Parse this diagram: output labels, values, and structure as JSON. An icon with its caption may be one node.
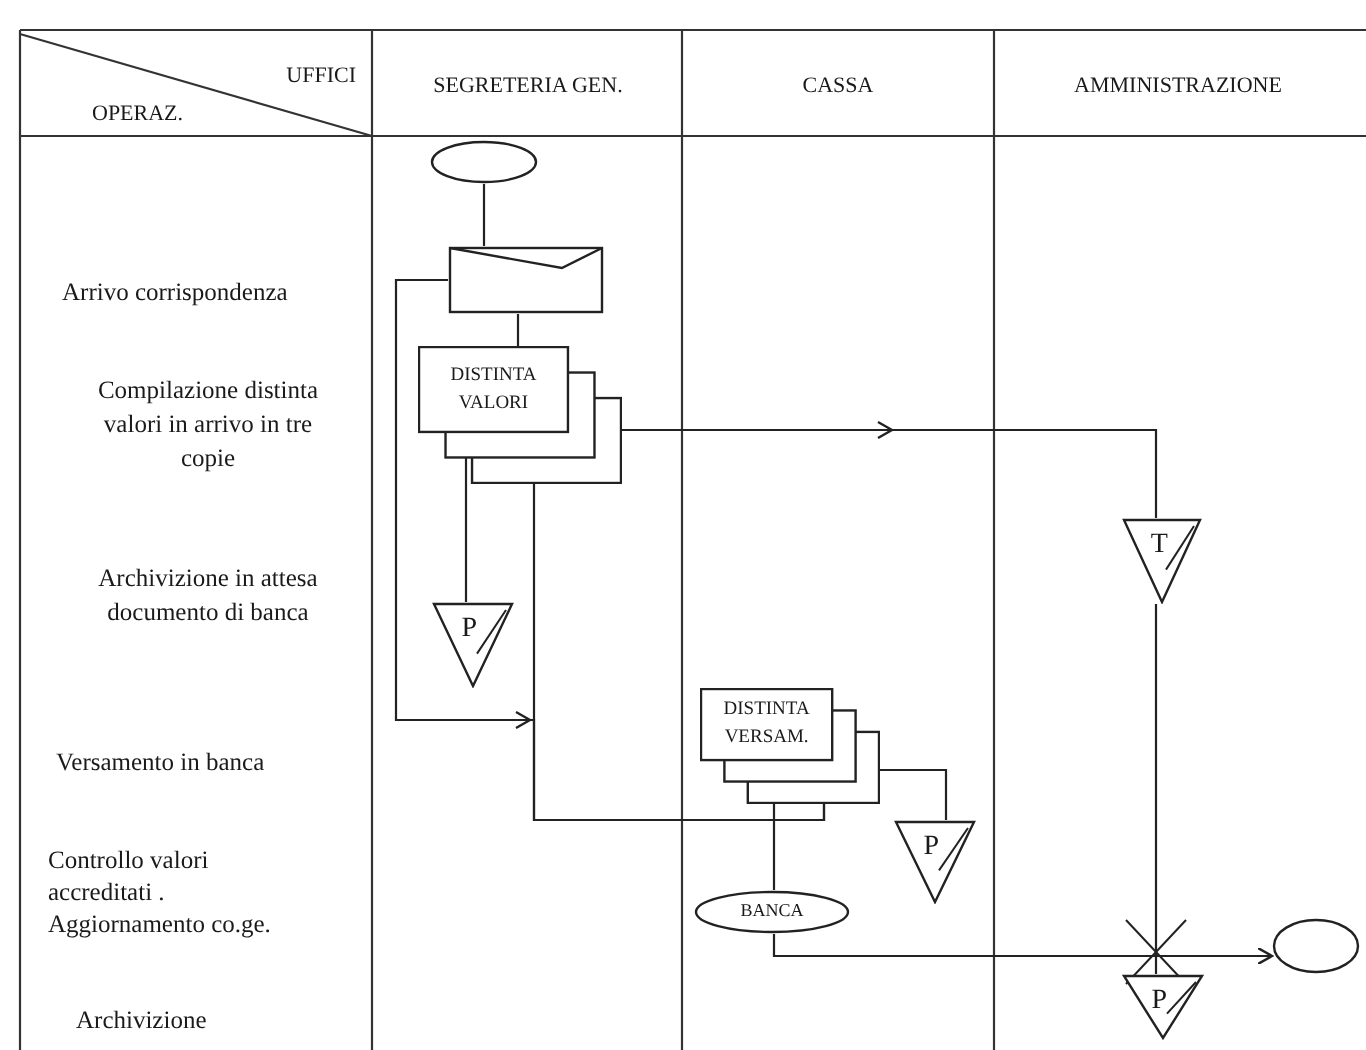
{
  "diagram": {
    "nodes": [
      {
        "text": [],
        "shape": "ellipse"
      },
      {
        "text": [],
        "shape": "envelope"
      },
      {
        "text": [
          "DISTINTA VALORI"
        ]
      },
      {
        "text": [
          "P"
        ]
      },
      {
        "text": [
          "T"
        ]
      },
      {
        "text": [
          "DISTINTA VERSAM."
        ]
      },
      {
        "text": [
          "P"
        ]
      },
      {
        "text": [
          "BANCA"
        ]
      },
      {
        "text": [
          "P"
        ]
      },
      {
        "text": [],
        "shape": "ellipse"
      }
    ],
    "edges": [
      {
        "from": 0,
        "to": 1,
        "arrow": "none"
      },
      {
        "from": 1,
        "to": 2,
        "arrow": "none"
      },
      {
        "from": 1,
        "to": 5,
        "arrow": "to"
      },
      {
        "from": 2,
        "to": 5,
        "arrow": "none"
      },
      {
        "from": 2,
        "to": 3,
        "arrow": "none"
      },
      {
        "from": 2,
        "to": 4,
        "arrow": "to"
      },
      {
        "from": 4,
        "to": 8,
        "arrow": "none"
      },
      {
        "from": 5,
        "to": 6,
        "arrow": "none"
      },
      {
        "from": 5,
        "to": 7,
        "arrow": "none"
      },
      {
        "from": 7,
        "to": 9,
        "arrow": "to"
      }
    ],
    "labels": [
      "UFFICI",
      "OPERAZ.",
      "SEGRETERIA GEN.",
      "CASSA",
      "AMMINISTRAZIONE",
      "Arrivo corrispondenza",
      "Compilazione distinta valori in arrivo in tre copie",
      "Archivizione in attesa documento di banca",
      "Versamento in banca",
      "Controllo valori accreditati . Aggiornamento co.ge.",
      "Archivizione"
    ]
  }
}
